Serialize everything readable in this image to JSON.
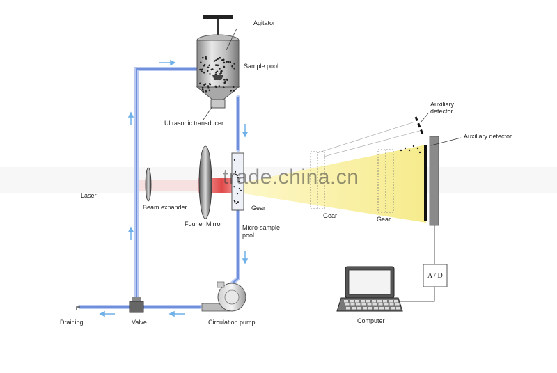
{
  "watermark": "trade.china.cn",
  "labels": {
    "agitator": "Agitator",
    "sample_pool": "Sample pool",
    "ultrasonic_transducer": "Ultrasonic transducer",
    "laser": "Laser",
    "beam_expander": "Beam expander",
    "fourier_mirror": "Fourier Mirror",
    "gear_left": "Gear",
    "micro_sample_pool_line1": "Micro-sample",
    "micro_sample_pool_line2": "pool",
    "gear_mid": "Gear",
    "gear_right": "Gear",
    "auxiliary_detector_top_line1": "Auxiliary",
    "auxiliary_detector_top_line2": "detector",
    "auxiliary_detector_right": "Auxiliary detector",
    "ad_box": "A / D",
    "computer": "Computer",
    "draining": "Draining",
    "valve": "Valve",
    "circulation_pump": "Circulation pump"
  },
  "colors": {
    "pipe": "#8fa8e6",
    "laser_beam": "#e25a5a",
    "light_cone": "#fbf2a8",
    "arrow": "#6fb0e8",
    "detector": "#111111"
  }
}
